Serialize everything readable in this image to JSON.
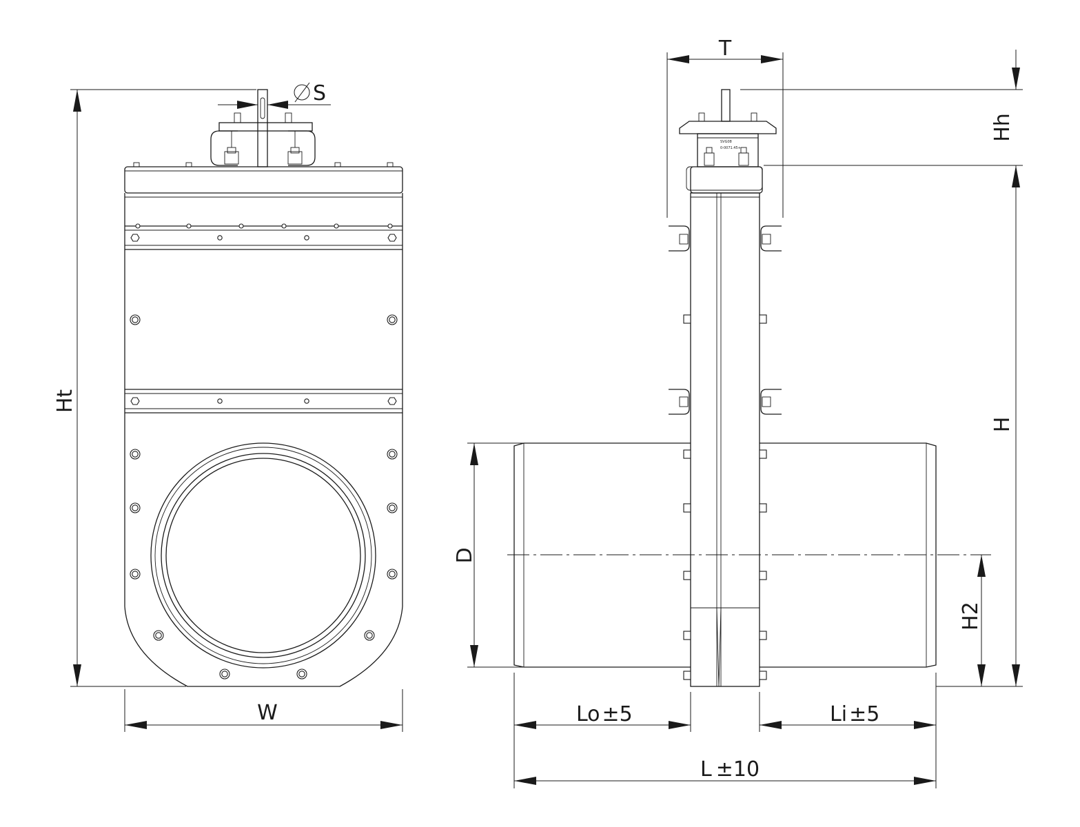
{
  "labels": {
    "ht": "Ht",
    "s": "S",
    "w": "W",
    "t": "T",
    "hh": "Hh",
    "h": "H",
    "d": "D",
    "h2": "H2",
    "lo": "Lo",
    "li": "Li",
    "l": "L",
    "tol5": "±5",
    "tol10": "±10",
    "plate_line1": "SVG08",
    "plate_line2": "0-0071.45+"
  },
  "colors": {
    "line": "#1a1a1a",
    "background": "#ffffff"
  }
}
